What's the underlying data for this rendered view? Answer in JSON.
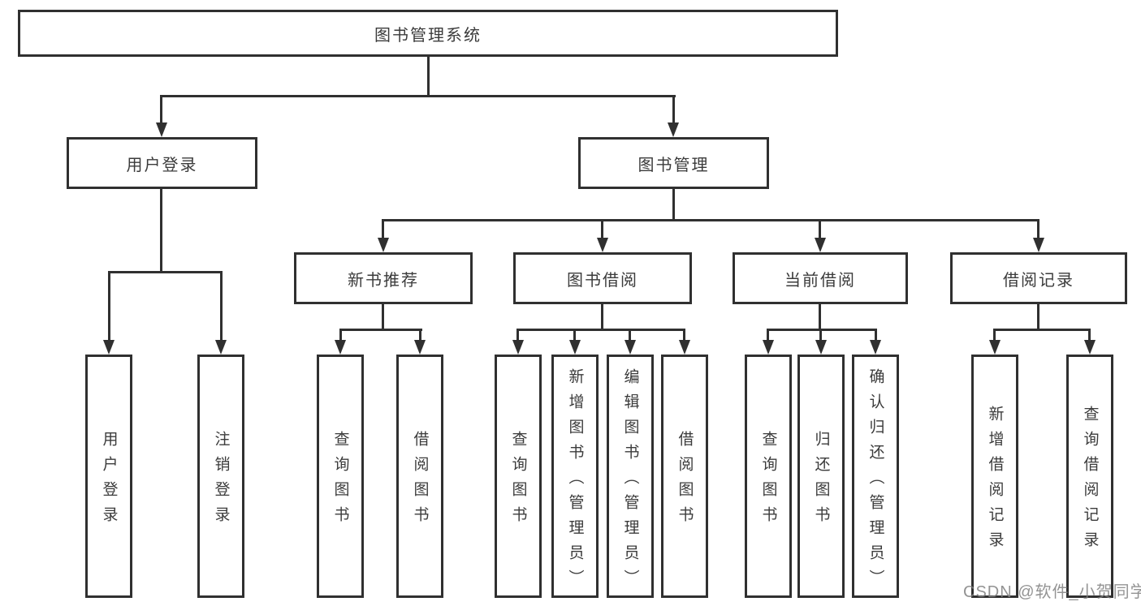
{
  "diagram_type": "tree-hierarchy",
  "colors": {
    "line": "#303030",
    "box_border": "#303030",
    "text": "#3b3b3b",
    "box_background": "#ffffff",
    "page_background": "#ffffff",
    "watermark": "#808080"
  },
  "nodes": {
    "root": {
      "label": "图书管理系统"
    },
    "l2": [
      {
        "label": "用户登录",
        "parent": "图书管理系统"
      },
      {
        "label": "图书管理",
        "parent": "图书管理系统"
      }
    ],
    "l3": [
      {
        "label": "新书推荐",
        "parent": "图书管理"
      },
      {
        "label": "图书借阅",
        "parent": "图书管理"
      },
      {
        "label": "当前借阅",
        "parent": "图书管理"
      },
      {
        "label": "借阅记录",
        "parent": "图书管理"
      }
    ],
    "leaves": [
      {
        "label": "用户登录",
        "parent": "用户登录"
      },
      {
        "label": "注销登录",
        "parent": "用户登录"
      },
      {
        "label": "查询图书",
        "parent": "新书推荐"
      },
      {
        "label": "借阅图书",
        "parent": "新书推荐"
      },
      {
        "label": "查询图书",
        "parent": "图书借阅"
      },
      {
        "label": "新增图书（管理员）",
        "parent": "图书借阅"
      },
      {
        "label": "编辑图书（管理员）",
        "parent": "图书借阅"
      },
      {
        "label": "借阅图书",
        "parent": "图书借阅"
      },
      {
        "label": "查询图书",
        "parent": "当前借阅"
      },
      {
        "label": "归还图书",
        "parent": "当前借阅"
      },
      {
        "label": "确认归还（管理员）",
        "parent": "当前借阅"
      },
      {
        "label": "新增借阅记录",
        "parent": "借阅记录"
      },
      {
        "label": "查询借阅记录",
        "parent": "借阅记录"
      }
    ]
  },
  "watermark": {
    "text": "CSDN @软件_小贺同学"
  }
}
